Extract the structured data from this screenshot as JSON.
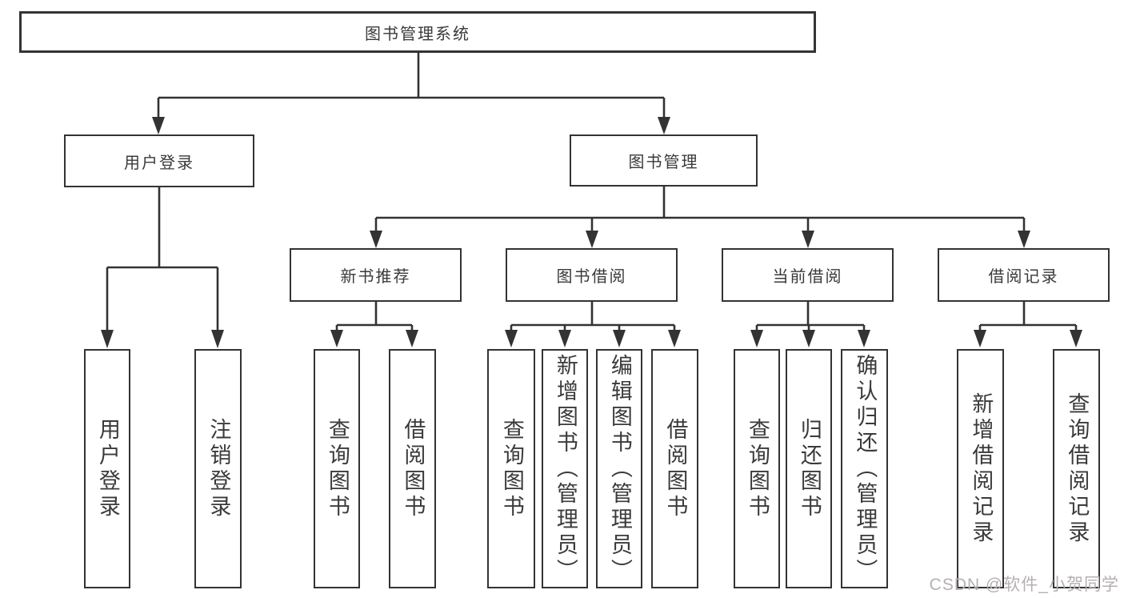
{
  "diagram": {
    "root": {
      "label": "图书管理系统",
      "children": [
        {
          "label": "用户登录",
          "children": [
            {
              "label": "用户登录"
            },
            {
              "label": "注销登录"
            }
          ]
        },
        {
          "label": "图书管理",
          "children": [
            {
              "label": "新书推荐",
              "children": [
                {
                  "label": "查询图书"
                },
                {
                  "label": "借阅图书"
                }
              ]
            },
            {
              "label": "图书借阅",
              "children": [
                {
                  "label": "查询图书"
                },
                {
                  "label": "新增图书（管理员）"
                },
                {
                  "label": "编辑图书（管理员）"
                },
                {
                  "label": "借阅图书"
                }
              ]
            },
            {
              "label": "当前借阅",
              "children": [
                {
                  "label": "查询图书"
                },
                {
                  "label": "归还图书"
                },
                {
                  "label": "确认归还（管理员）"
                }
              ]
            },
            {
              "label": "借阅记录",
              "children": [
                {
                  "label": "新增借阅记录"
                },
                {
                  "label": "查询借阅记录"
                }
              ]
            }
          ]
        }
      ]
    },
    "colors": {
      "line": "#333333",
      "text": "#3a3a3a",
      "background": "#ffffff",
      "watermark": "#b5b0b2"
    }
  },
  "watermark": {
    "text": "CSDN @软件_小贺同学"
  }
}
